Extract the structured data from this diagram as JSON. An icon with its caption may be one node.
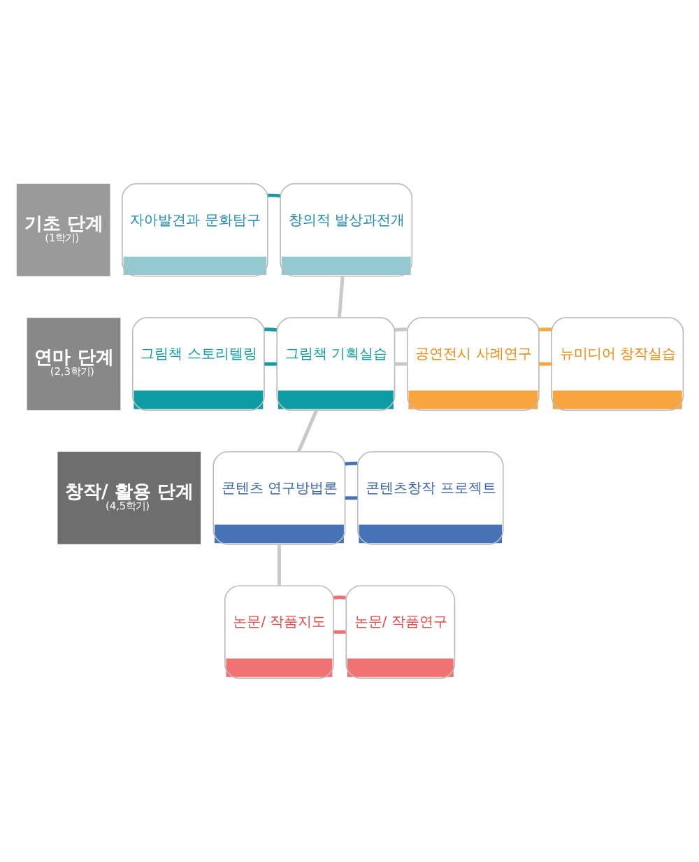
{
  "diagram": {
    "nodes": [
      {
        "text": [
          "기초 단계",
          "(1학기)"
        ]
      },
      {
        "text": [
          "자아발견과 문화탐구"
        ]
      },
      {
        "text": [
          "창의적 발상과전개"
        ]
      },
      {
        "text": [
          "연마 단계",
          "(2,3학기)"
        ]
      },
      {
        "text": [
          "그림책 스토리텔링"
        ]
      },
      {
        "text": [
          "그림책 기획실습"
        ]
      },
      {
        "text": [
          "공연전시 사례연구"
        ]
      },
      {
        "text": [
          "뉴미디어 창작실습"
        ]
      },
      {
        "text": [
          "창작/ 활용 단계",
          "(4,5학기)"
        ]
      },
      {
        "text": [
          "콘텐츠 연구방법론"
        ]
      },
      {
        "text": [
          "콘텐츠창작 프로젝트"
        ]
      },
      {
        "text": [
          "논문/ 작품지도"
        ]
      },
      {
        "text": [
          "논문/ 작품연구"
        ]
      }
    ],
    "edges": [
      {
        "from": 1,
        "to": 2,
        "arrow": "none",
        "color": "#1a9aa0"
      },
      {
        "from": 2,
        "to": 5,
        "arrow": "none",
        "color": "#c8c8c8"
      },
      {
        "from": 4,
        "to": 5,
        "arrow": "none",
        "color": "#1a9aa0"
      },
      {
        "from": 4,
        "to": 5,
        "arrow": "none",
        "color": "#1a9aa0"
      },
      {
        "from": 5,
        "to": 6,
        "arrow": "none",
        "color": "#c8c8c8"
      },
      {
        "from": 5,
        "to": 6,
        "arrow": "none",
        "color": "#c8c8c8"
      },
      {
        "from": 6,
        "to": 7,
        "arrow": "none",
        "color": "#f8a840"
      },
      {
        "from": 6,
        "to": 7,
        "arrow": "none",
        "color": "#f8a840"
      },
      {
        "from": 5,
        "to": 9,
        "arrow": "none",
        "color": "#c8c8c8"
      },
      {
        "from": 9,
        "to": 10,
        "arrow": "none",
        "color": "#4575b4"
      },
      {
        "from": 9,
        "to": 10,
        "arrow": "none",
        "color": "#4575b4"
      },
      {
        "from": 9,
        "to": 11,
        "arrow": "none",
        "color": "#c8c8c8"
      },
      {
        "from": 11,
        "to": 12,
        "arrow": "none",
        "color": "#f07070"
      },
      {
        "from": 11,
        "to": 12,
        "arrow": "none",
        "color": "#f07070"
      }
    ]
  }
}
